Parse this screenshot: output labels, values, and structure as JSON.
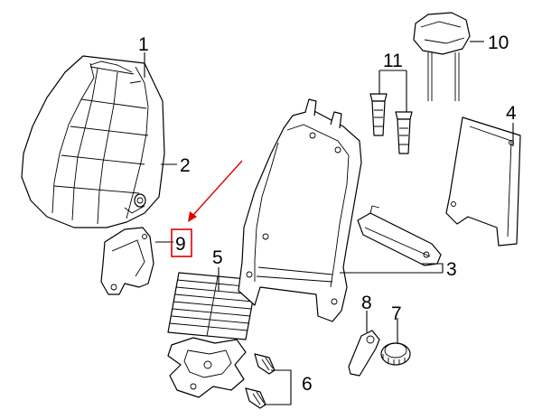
{
  "callouts": {
    "c1": "1",
    "c2": "2",
    "c3": "3",
    "c4": "4",
    "c5": "5",
    "c6": "6",
    "c7": "7",
    "c8": "8",
    "c9": "9",
    "c10": "10",
    "c11": "11"
  },
  "highlight": {
    "color": "#e00000",
    "target": "9"
  },
  "line_color": "#000000",
  "background_color": "#ffffff"
}
